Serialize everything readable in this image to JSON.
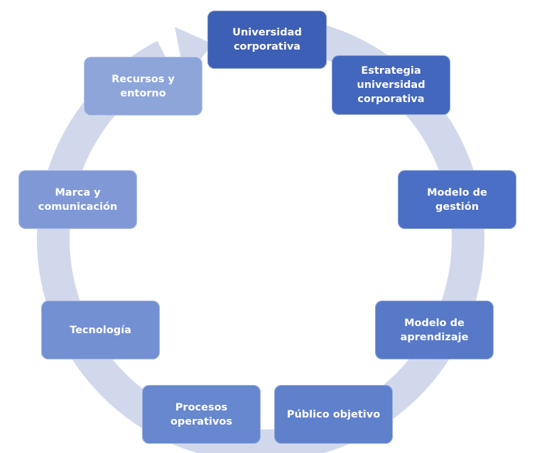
{
  "diagram": {
    "ring_color": "#d2d8ec",
    "nodes": [
      {
        "label": "Universidad\ncorporativa",
        "color": "#3d5fb5"
      },
      {
        "label": "Estrategia\nuniversidad\ncorporativa",
        "color": "#4367bd"
      },
      {
        "label": "Modelo de\ngestión",
        "color": "#4a6fc4"
      },
      {
        "label": "Modelo de\naprendizaje",
        "color": "#5779c8"
      },
      {
        "label": "Público objetivo",
        "color": "#5f80cb"
      },
      {
        "label": "Procesos\noperativos",
        "color": "#6787cf"
      },
      {
        "label": "Tecnología",
        "color": "#7390d2"
      },
      {
        "label": "Marca y\ncomunicación",
        "color": "#8099d6"
      },
      {
        "label": "Recursos y\nentorno",
        "color": "#8ea5da"
      }
    ]
  }
}
